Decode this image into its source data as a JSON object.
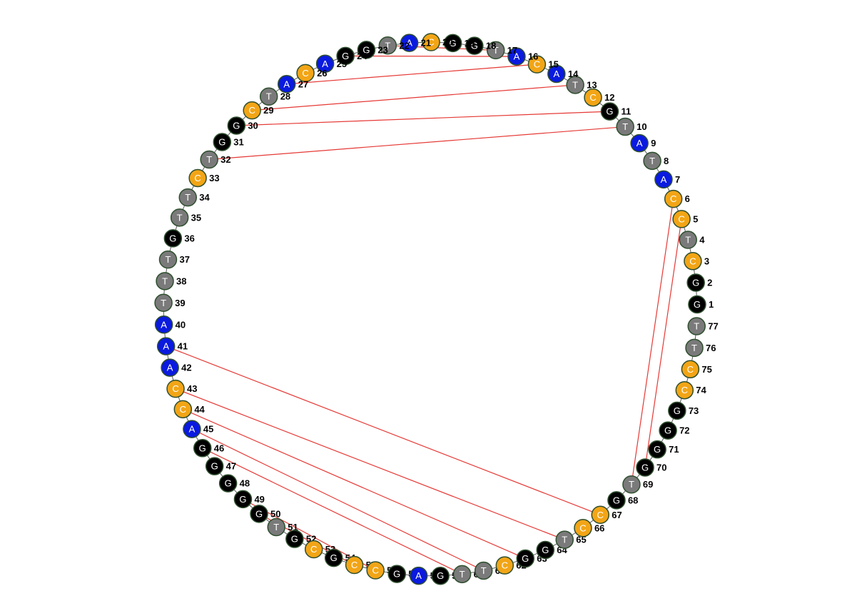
{
  "sequence": "GGCTCCATATGCTACATGGCATGGACATCGGTCTTGTTTAAACCAGGGGGTGCGCCGAGTTCGGTCCGTGGGGCCTT",
  "first_index": 1,
  "base_colors": {
    "A": "#0a1adf",
    "C": "#f2a516",
    "G": "#000000",
    "T": "#7a7a7a"
  },
  "bond_color": "#e53935",
  "pairs": [
    [
      5,
      70
    ],
    [
      6,
      69
    ],
    [
      10,
      32
    ],
    [
      11,
      30
    ],
    [
      13,
      29
    ],
    [
      15,
      27
    ],
    [
      16,
      24
    ],
    [
      17,
      22
    ],
    [
      41,
      67
    ],
    [
      43,
      65
    ],
    [
      44,
      63
    ],
    [
      45,
      61
    ],
    [
      46,
      60
    ],
    [
      49,
      56
    ],
    [
      50,
      55
    ]
  ]
}
